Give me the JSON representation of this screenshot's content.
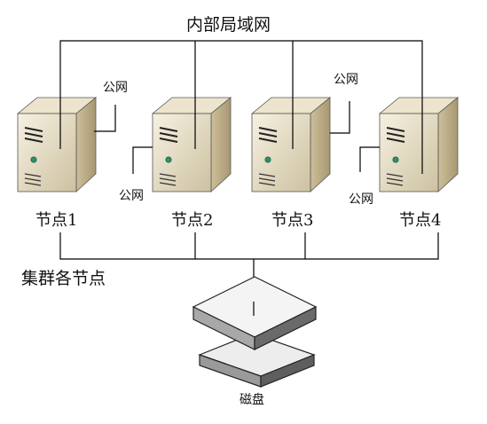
{
  "diagram": {
    "lan_label": "内部局域网",
    "public_label": "公网",
    "cluster_label": "集群各节点",
    "disk_label": "磁盘",
    "nodes": [
      {
        "label": "节点1"
      },
      {
        "label": "节点2"
      },
      {
        "label": "节点3"
      },
      {
        "label": "节点4"
      }
    ]
  },
  "colors": {
    "server_front_light": "#f2ecd9",
    "server_front_dark": "#d2c7a7",
    "server_side": "#c4b590",
    "server_top": "#eae2cc",
    "status_led": "#2f8f6a",
    "disk_top": "#f2f2f2",
    "disk_side": "#9a9a9a"
  }
}
